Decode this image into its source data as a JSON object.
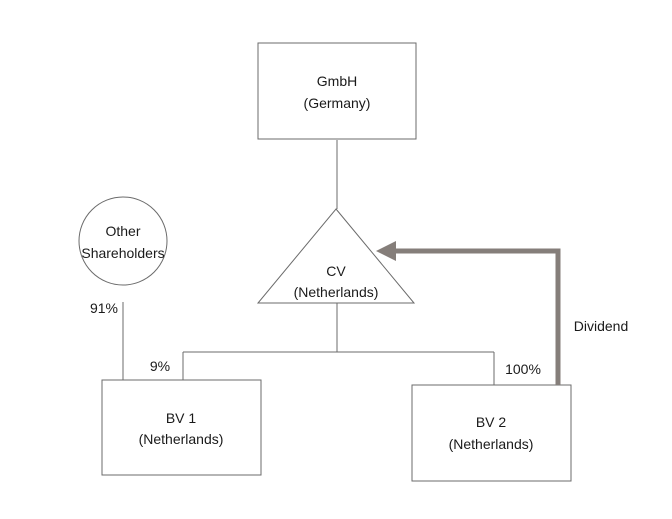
{
  "entities": {
    "gmbh": {
      "name": "GmbH",
      "country": "(Germany)"
    },
    "cv": {
      "name": "CV",
      "country": "(Netherlands)"
    },
    "other_shareholders": {
      "line1": "Other",
      "line2": "Shareholders"
    },
    "bv1": {
      "name": "BV 1",
      "country": "(Netherlands)"
    },
    "bv2": {
      "name": "BV 2",
      "country": "(Netherlands)"
    }
  },
  "ownership": {
    "other_to_bv1": "91%",
    "cv_to_bv1": "9%",
    "cv_to_bv2": "100%"
  },
  "flows": {
    "dividend_label": "Dividend"
  },
  "colors": {
    "border": "#6b6b6b",
    "dividend_arrow": "#857e7a"
  }
}
